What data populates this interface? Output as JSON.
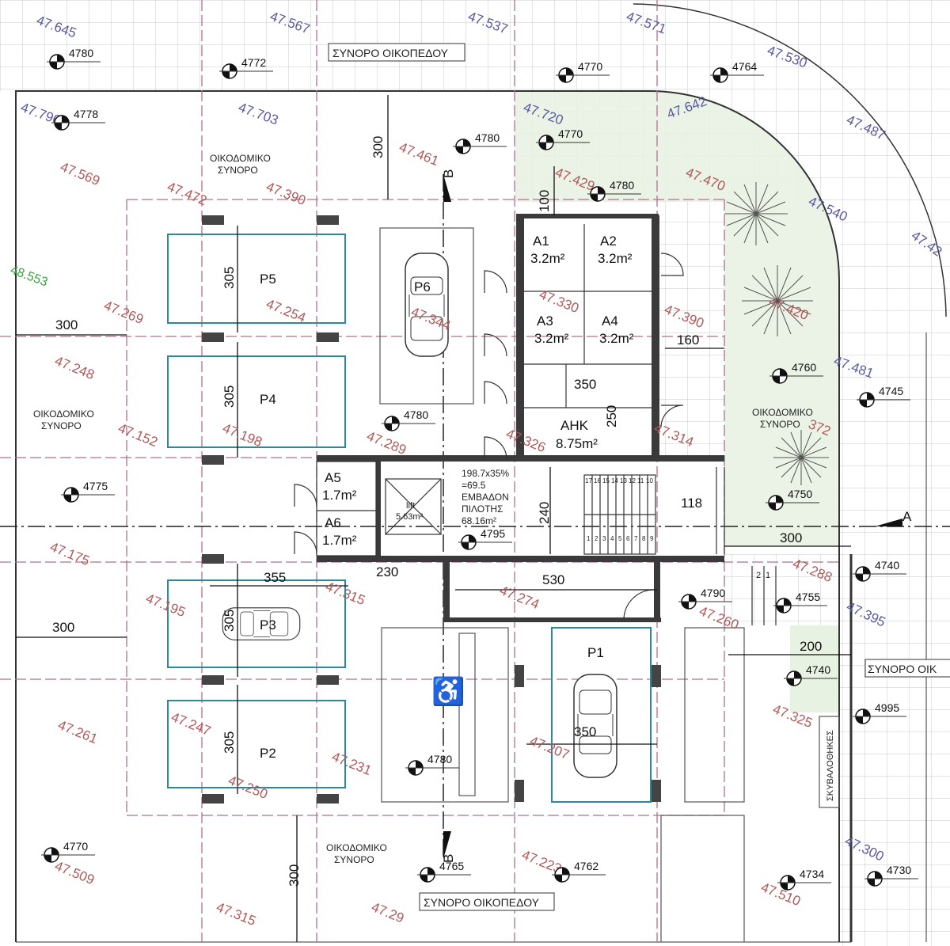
{
  "boundary_labels": {
    "plot_top": "ΣΥΝΟΡΟ ΟΙΚΟΠΕΔΟΥ",
    "plot_bottom": "ΣΥΝΟΡΟ ΟΙΚΟΠΕΔΟΥ",
    "plot_right": "ΣΥΝΟΡΟ ΟΙΚ",
    "building_line": "ΟΙΚΟΔΟΜΙΚΟ",
    "building_line_2": "ΣΥΝΟΡΟ",
    "refuse": "ΣΚΥΒΑΛΟΘΗΚΕΣ"
  },
  "section_marks": {
    "a": "A",
    "b": "B"
  },
  "rooms": {
    "parking": [
      "P1",
      "P2",
      "P3",
      "P4",
      "P5",
      "P6"
    ],
    "storage": [
      {
        "name": "A1",
        "area": "3.2m²"
      },
      {
        "name": "A2",
        "area": "3.2m²"
      },
      {
        "name": "A3",
        "area": "3.2m²"
      },
      {
        "name": "A4",
        "area": "3.2m²"
      },
      {
        "name": "A5",
        "area": "1.7m²"
      },
      {
        "name": "A6",
        "area": "1.7m²"
      }
    ],
    "ahk": {
      "name": "AHK",
      "area": "8.75m²"
    },
    "lift": {
      "name": "lift",
      "area": "5.63m²"
    },
    "pilotis": [
      "198.7x35%",
      "=69.5",
      "ΕΜΒΑΔΟΝ",
      "ΠΙΛΟΤΗΣ",
      "68.16m²"
    ]
  },
  "stairs": {
    "upper": [
      "17",
      "16",
      "15",
      "14",
      "13",
      "12",
      "11",
      "10"
    ],
    "lower": [
      "1",
      "2",
      "3",
      "4",
      "5",
      "6",
      "7",
      "8",
      "9"
    ],
    "ext": [
      "2",
      "1"
    ]
  },
  "dimensions": [
    "300",
    "100",
    "305",
    "300",
    "160",
    "350",
    "250",
    "305",
    "240",
    "118",
    "300",
    "355",
    "230",
    "530",
    "305",
    "300",
    "200",
    "350",
    "305",
    "300"
  ],
  "spot_levels": [
    "4780",
    "4772",
    "4770",
    "4764",
    "4778",
    "4780",
    "4770",
    "4780",
    "4760",
    "4745",
    "4780",
    "4775",
    "4750",
    "4795",
    "4740",
    "4790",
    "4755",
    "4740",
    "4995",
    "4780",
    "4770",
    "4765",
    "4762",
    "4734",
    "4730"
  ],
  "elevations_existing": [
    "47.645",
    "47.567",
    "47.537",
    "47.571",
    "47.530",
    "47.487",
    "47.42",
    "47.481",
    "47.395",
    "47.300",
    "47.796",
    "47.703",
    "47.720",
    "47.642",
    "47.540"
  ],
  "elevations_green": [
    "48.553"
  ],
  "elevations_proposed": [
    "47.569",
    "47.472",
    "47.390",
    "47.461",
    "47.429",
    "47.470",
    "47.269",
    "47.254",
    "47.344",
    "47.330",
    "47.390",
    "47.420",
    "47.248",
    "47.152",
    "47.198",
    "47.289",
    "47.326",
    "47.314",
    "372",
    "47.175",
    "47.195",
    "47.315",
    "47.274",
    "47.260",
    "47.288",
    "47.261",
    "47.247",
    "47.231",
    "47.250",
    "47.207",
    "47.325",
    "47.509",
    "47.315",
    "47.223",
    "47.510",
    "47.29"
  ],
  "colors": {
    "landscape": "#eaf3e4",
    "parking_outline": "#2a8a9a",
    "axis": "#a05070",
    "wall": "#333333"
  }
}
